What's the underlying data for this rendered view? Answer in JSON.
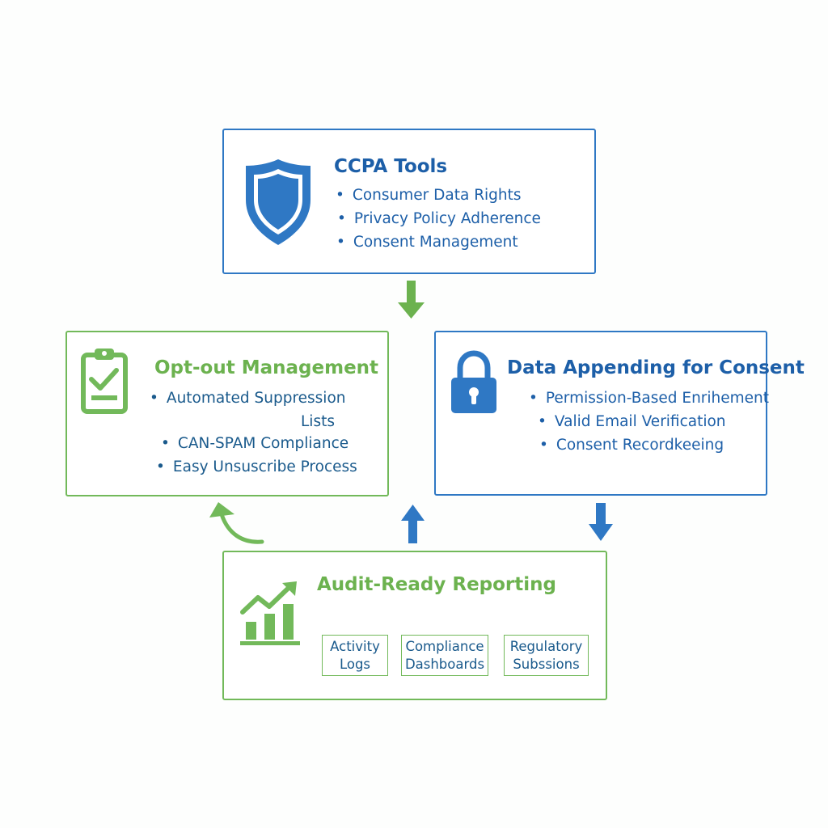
{
  "colors": {
    "blue": "#2f78c4",
    "dark_blue": "#1d5fa8",
    "green": "#72b95a",
    "text_teal": "#1a5a8c"
  },
  "ccpa": {
    "title": "CCPA Tools",
    "icon": "shield-icon",
    "items": [
      "Consumer Data Rights",
      "Privacy Policy Adherence",
      "Consent Management"
    ]
  },
  "optout": {
    "title": "Opt-out Management",
    "icon": "clipboard-check-icon",
    "items": [
      "Automated Suppression",
      "Lists",
      "CAN-SPAM Compliance",
      "Easy Unsuscribe Process"
    ]
  },
  "appending": {
    "title": "Data Appending for Consent",
    "icon": "lock-icon",
    "items": [
      "Permission-Based Enrihement",
      "Valid Email Verification",
      "Consent Recordkeeing"
    ]
  },
  "audit": {
    "title": "Audit-Ready Reporting",
    "icon": "bar-chart-growth-icon",
    "subboxes": [
      {
        "line1": "Activity",
        "line2": "Logs"
      },
      {
        "line1": "Compliance",
        "line2": "Dashboards"
      },
      {
        "line1": "Regulatory",
        "line2": "Subssions"
      }
    ]
  }
}
